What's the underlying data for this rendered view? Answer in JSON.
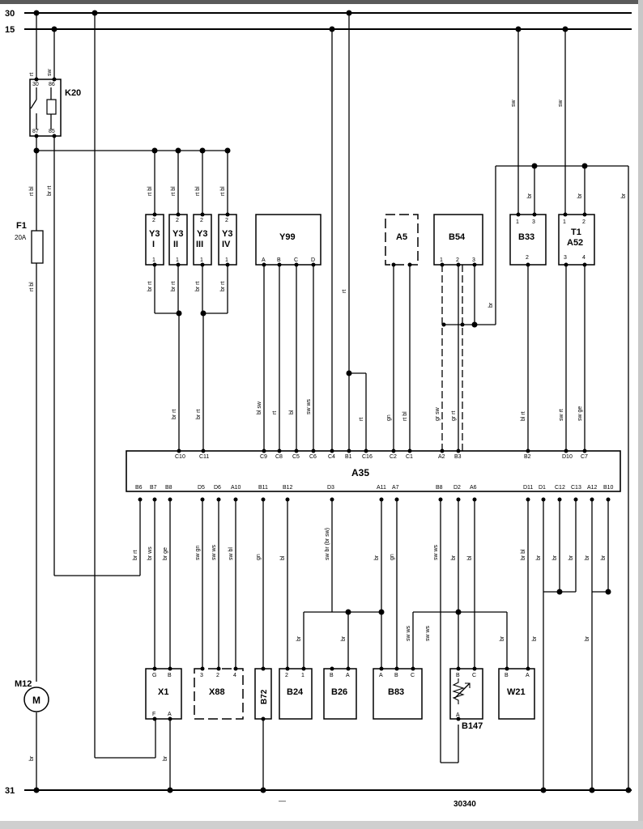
{
  "rails": {
    "r30": "30",
    "r15": "15",
    "r31": "31"
  },
  "drawing_number": "30340",
  "footer_mark": "—",
  "k20": {
    "name": "K20",
    "pins": {
      "p30": "30",
      "p86": "86",
      "p87": "87",
      "p85": "85"
    }
  },
  "f1": {
    "name": "F1",
    "rating": "20A"
  },
  "m12": {
    "name": "M12",
    "symbol": "M"
  },
  "a35": {
    "name": "A35",
    "top_pins": [
      "C10",
      "C11",
      "C9",
      "C8",
      "C5",
      "C6",
      "C4",
      "B1",
      "C16",
      "C2",
      "C1",
      "A2",
      "B3",
      "B2",
      "D10",
      "C7"
    ],
    "bottom_pins": [
      "B6",
      "B7",
      "B8",
      "D5",
      "D6",
      "A10",
      "B11",
      "B12",
      "D3",
      "A11",
      "A7",
      "B8",
      "D2",
      "A6",
      "D11",
      "D1",
      "C12",
      "C13",
      "A12",
      "B10"
    ]
  },
  "y3": [
    {
      "name": "Y3",
      "sub": "I",
      "pin_top": "2",
      "pin_bot": "1"
    },
    {
      "name": "Y3",
      "sub": "II",
      "pin_top": "2",
      "pin_bot": "1"
    },
    {
      "name": "Y3",
      "sub": "III",
      "pin_top": "2",
      "pin_bot": "1"
    },
    {
      "name": "Y3",
      "sub": "IV",
      "pin_top": "2",
      "pin_bot": "1"
    }
  ],
  "y99": {
    "name": "Y99",
    "pins": [
      "A",
      "B",
      "C",
      "D"
    ]
  },
  "a5": {
    "name": "A5"
  },
  "b54": {
    "name": "B54",
    "pins": [
      "1",
      "2",
      "3"
    ]
  },
  "b33": {
    "name": "B33",
    "pins_top": [
      "1",
      "3"
    ],
    "pin_bot": "2"
  },
  "t1a52": {
    "name1": "T1",
    "name2": "A52",
    "pins_top": [
      "1",
      "2"
    ],
    "pins_bot": [
      "3",
      "4"
    ]
  },
  "x1": {
    "name": "X1",
    "pins_top": [
      "G",
      "B"
    ],
    "pins_bot": [
      "F",
      "A"
    ]
  },
  "x88": {
    "name": "X88",
    "pins": [
      "3",
      "2",
      "4"
    ]
  },
  "b72": {
    "name": "B72"
  },
  "b24": {
    "name": "B24",
    "pins": [
      "2",
      "1"
    ]
  },
  "b26": {
    "name": "B26",
    "pins": [
      "B",
      "A"
    ]
  },
  "b83": {
    "name": "B83",
    "pins": [
      "A",
      "B",
      "C"
    ]
  },
  "b147": {
    "name": "B147",
    "pins_top": [
      "B",
      "C"
    ],
    "pin_bot": "A"
  },
  "w21": {
    "name": "W21",
    "pins": [
      "B",
      "A"
    ]
  },
  "wire_colors": {
    "rt": "rt",
    "sw": "sw",
    "rtbl": "rt bl",
    "brrt": "br rt",
    "br": "br",
    "brws": "br ws",
    "brge": "br ge",
    "swgn": "sw gn",
    "swws": "sw ws",
    "swbl": "sw bl",
    "gn": "gn",
    "bl": "bl",
    "swbrbrsw": "sw br (br sw)",
    "blrt": "bl rt",
    "swrt": "sw rt",
    "swge": "sw ge",
    "grsw": "gr sw",
    "grrt": "gr rt",
    "blsw": "bl sw",
    "blbl": "br bl"
  }
}
